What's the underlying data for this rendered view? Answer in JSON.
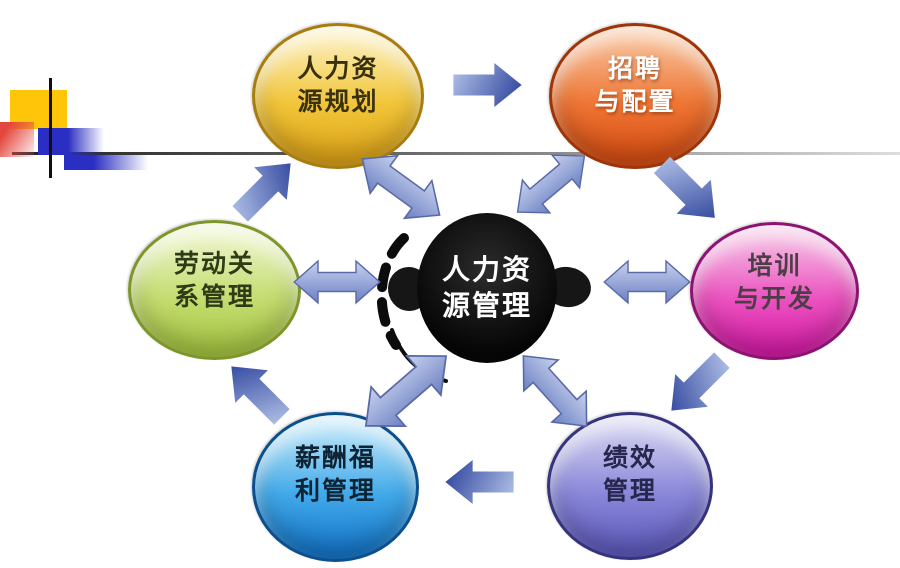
{
  "background_color": "#ffffff",
  "center": {
    "id": "hr-management",
    "label": "人力资源管理",
    "line1": "人力资",
    "line2": "源管理",
    "bg_color": "#0d0d0d",
    "text_color": "#ffffff"
  },
  "nodes": [
    {
      "id": "hr-planning",
      "label": "人力资源规划",
      "line1": "人力资",
      "line2": "源规划",
      "color_top": "#fdf5d0",
      "color_mid": "#f2c63a",
      "color_bottom": "#dda215",
      "border_color": "#a97c0e",
      "text_color": "#39300e"
    },
    {
      "id": "recruiting",
      "label": "招聘与配置",
      "line1": "招聘",
      "line2": "与配置",
      "color_top": "#f9cead",
      "color_mid": "#ee7634",
      "color_bottom": "#d64a10",
      "border_color": "#9e3407",
      "text_color": "#ffffff"
    },
    {
      "id": "training",
      "label": "培训与开发",
      "line1": "培训",
      "line2": "与开发",
      "color_top": "#f7d2ea",
      "color_mid": "#eb54c0",
      "color_bottom": "#d617a6",
      "border_color": "#8c1273",
      "text_color": "#4c3d47"
    },
    {
      "id": "performance",
      "label": "绩效管理",
      "line1": "绩效",
      "line2": "管理",
      "color_top": "#dddcf3",
      "color_mid": "#8a88d9",
      "color_bottom": "#5b57bd",
      "border_color": "#36337e",
      "text_color": "#26264e"
    },
    {
      "id": "compensation",
      "label": "薪酬福利管理",
      "line1": "薪酬福",
      "line2": "利管理",
      "color_top": "#d2f0fb",
      "color_mid": "#42a9e9",
      "color_bottom": "#1173c9",
      "border_color": "#0b4f8e",
      "text_color": "#0e2334"
    },
    {
      "id": "labor-relations",
      "label": "劳动关系管理",
      "line1": "劳动关",
      "line2": "系管理",
      "color_top": "#f3f9da",
      "color_mid": "#c5dd72",
      "color_bottom": "#a6c63e",
      "border_color": "#7d9629",
      "text_color": "#2f3b16"
    }
  ],
  "arrows": {
    "colors": {
      "double_light": "#d4def4",
      "double_dark": "#5f74bd",
      "single_light": "#b6c5ea",
      "single_dark": "#31479e"
    },
    "cycle": [
      {
        "from": "hr-planning",
        "to": "recruiting"
      },
      {
        "from": "recruiting",
        "to": "training"
      },
      {
        "from": "training",
        "to": "performance"
      },
      {
        "from": "performance",
        "to": "compensation"
      },
      {
        "from": "compensation",
        "to": "labor-relations"
      },
      {
        "from": "labor-relations",
        "to": "hr-planning"
      }
    ],
    "bidirectional_with_center": [
      "hr-planning",
      "recruiting",
      "training",
      "performance",
      "compensation",
      "labor-relations"
    ]
  },
  "decoration": {
    "yellow_square": "#ffc609",
    "red_square": "#e4473d",
    "blue_square": "#2a2ec2",
    "line_color_left": "#222222",
    "line_color_right": "#dddddd"
  }
}
